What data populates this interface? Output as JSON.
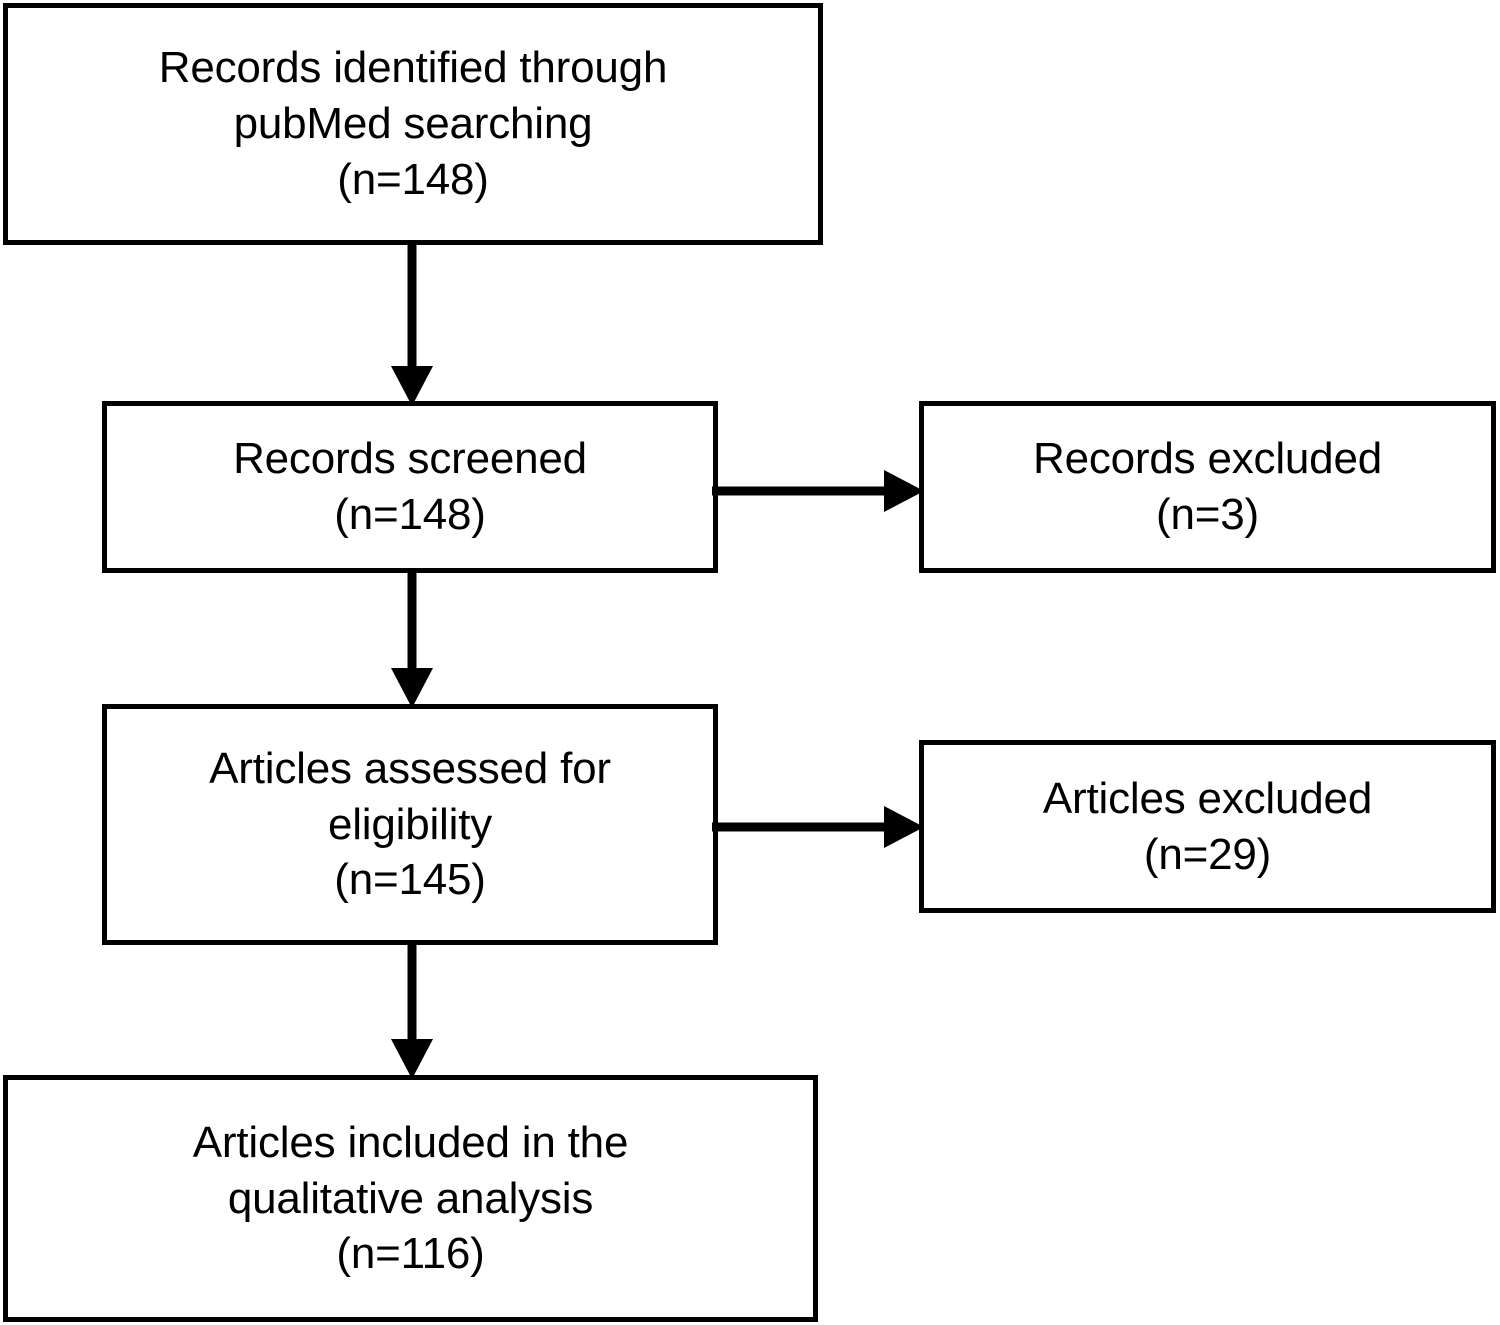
{
  "diagram": {
    "type": "prisma-flow-diagram",
    "title": "",
    "background_color": "#ffffff",
    "line_color": "#000000",
    "text_color": "#000000",
    "nodes": [
      {
        "id": "identified",
        "name": "records-identified",
        "text": "Records identified through\npubMed searching\n(n=148)",
        "label": "Records identified through pubMed searching",
        "count": 148,
        "count_text": "(n=148)"
      },
      {
        "id": "screened",
        "name": "records-screened",
        "text": "Records screened\n(n=148)",
        "label": "Records screened",
        "count": 148,
        "count_text": "(n=148)"
      },
      {
        "id": "records_excluded",
        "name": "records-excluded",
        "text": "Records excluded\n(n=3)",
        "label": "Records excluded",
        "count": 3,
        "count_text": "(n=3)"
      },
      {
        "id": "assessed",
        "name": "articles-assessed",
        "text": "Articles assessed for\neligibility\n(n=145)",
        "label": "Articles assessed for eligibility",
        "count": 145,
        "count_text": "(n=145)"
      },
      {
        "id": "articles_excluded",
        "name": "articles-excluded",
        "text": "Articles excluded\n(n=29)",
        "label": "Articles excluded",
        "count": 29,
        "count_text": "(n=29)"
      },
      {
        "id": "included",
        "name": "articles-included",
        "text": "Articles included in the\nqualitative analysis\n(n=116)",
        "label": "Articles included in the qualitative analysis",
        "count": 116,
        "count_text": "(n=116)"
      }
    ],
    "edges": [
      {
        "from": "identified",
        "to": "screened",
        "direction": "down"
      },
      {
        "from": "screened",
        "to": "records_excluded",
        "direction": "right"
      },
      {
        "from": "screened",
        "to": "assessed",
        "direction": "down"
      },
      {
        "from": "assessed",
        "to": "articles_excluded",
        "direction": "right"
      },
      {
        "from": "assessed",
        "to": "included",
        "direction": "down"
      }
    ]
  }
}
